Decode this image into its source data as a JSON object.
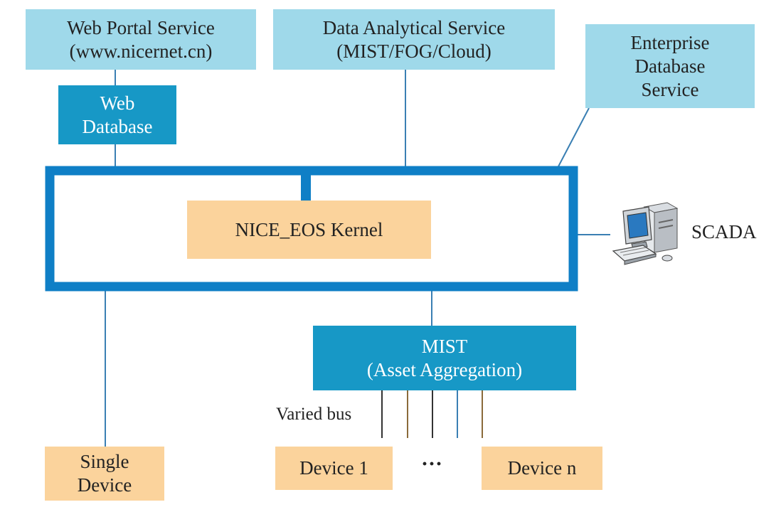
{
  "web_portal": {
    "line1": "Web Portal Service",
    "line2": "(www.nicernet.cn)"
  },
  "data_analytical": {
    "line1": "Data Analytical Service",
    "line2": "(MIST/FOG/Cloud)"
  },
  "enterprise_db": {
    "line1": "Enterprise",
    "line2": "Database",
    "line3": "Service"
  },
  "web_db": {
    "line1": "Web",
    "line2": "Database"
  },
  "kernel": {
    "label": "NICE_EOS Kernel"
  },
  "scada": {
    "label": "SCADA",
    "icon": "computer-icon"
  },
  "mist": {
    "line1": "MIST",
    "line2": "(Asset Aggregation)"
  },
  "bus": {
    "label": "Varied bus"
  },
  "single_device": {
    "line1": "Single",
    "line2": "Device"
  },
  "device_1": {
    "label": "Device 1"
  },
  "ellipsis": {
    "label": "···"
  },
  "device_n": {
    "label": "Device n"
  },
  "colors": {
    "light_blue": "#9fd9ea",
    "dark_blue": "#1798c6",
    "frame_blue": "#0f7fc6",
    "orange": "#fbd39c",
    "line": "#3a7fb3"
  }
}
